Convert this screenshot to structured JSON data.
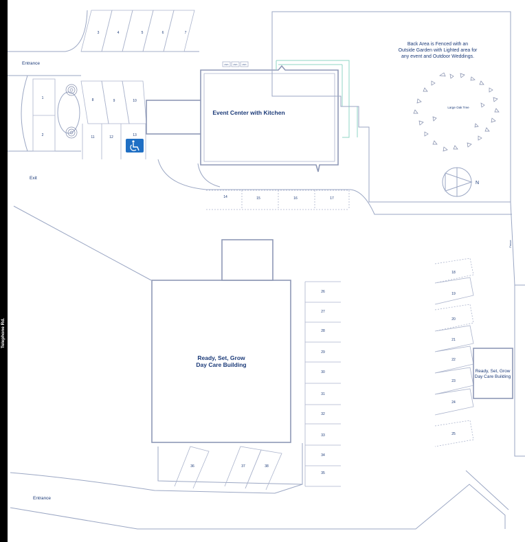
{
  "labels": {
    "road": "Telephone Rd.",
    "entrance_top": "Entrance",
    "exit": "Exit",
    "entrance_bottom": "Entrance",
    "event_center": "Event Center with Kitchen",
    "back_area_1": "Back Area is Fenced with an",
    "back_area_2": "Outside Garden with Lighted area for",
    "back_area_3": "any event and Outdoor Weddings.",
    "oak_tree": "Large Oak Tree",
    "fence": "Fence",
    "daycare_1": "Ready, Set, Grow",
    "daycare_2": "Day Care Building",
    "daycare_small_1": "Ready, Set, Grow",
    "daycare_small_2": "Day Care Building",
    "compass_n": "N",
    "hvac": [
      "HVC",
      "HVC",
      "HVC"
    ]
  },
  "colors": {
    "text": "#1b3a78",
    "lines": "#9aa6c3",
    "accessible_sign": "#1f6fc4"
  },
  "icons": {
    "accessible_parking": "wheelchair-icon",
    "compass": "north-arrow-icon"
  },
  "spaces": {
    "top_row": [
      "3",
      "4",
      "5",
      "6",
      "7"
    ],
    "lot_left": [
      "1",
      "2"
    ],
    "lot_angled": [
      "8",
      "9",
      "10"
    ],
    "lot_lower": [
      "11",
      "12",
      "13"
    ],
    "event_front": [
      "14",
      "15",
      "16",
      "17"
    ],
    "center_column": [
      "26",
      "27",
      "28",
      "29",
      "30",
      "31",
      "32",
      "33",
      "34",
      "35"
    ],
    "right_column": [
      "18",
      "19",
      "20",
      "21",
      "22",
      "23",
      "24",
      "25"
    ],
    "bottom_angled": [
      "36",
      "37",
      "38"
    ]
  }
}
